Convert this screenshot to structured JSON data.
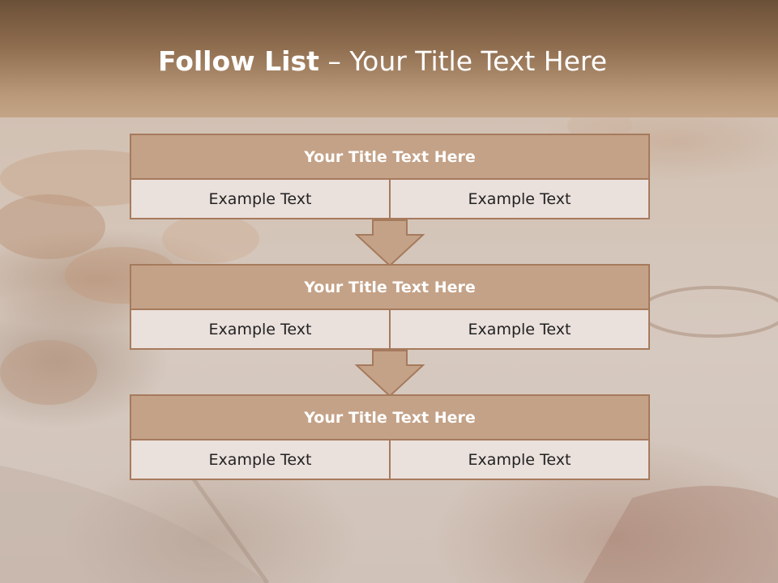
{
  "slide": {
    "title_bold": "Follow List",
    "title_rest": " – Your Title Text Here"
  },
  "blocks": [
    {
      "title": "Your Title Text Here",
      "cells": [
        "Example Text",
        "Example Text"
      ]
    },
    {
      "title": "Your Title Text Here",
      "cells": [
        "Example Text",
        "Example Text"
      ]
    },
    {
      "title": "Your Title Text Here",
      "cells": [
        "Example Text",
        "Example Text"
      ]
    }
  ],
  "colors": {
    "header_top": "#6b5038",
    "header_bottom": "#c4a587",
    "block_title_fill": "#c4a287",
    "cell_fill": "#eae0dc",
    "border": "#a67a5d",
    "arrow_fill": "#c4a287"
  },
  "icons": {
    "connector": "down-arrow-icon",
    "background": "food-photo-background"
  }
}
